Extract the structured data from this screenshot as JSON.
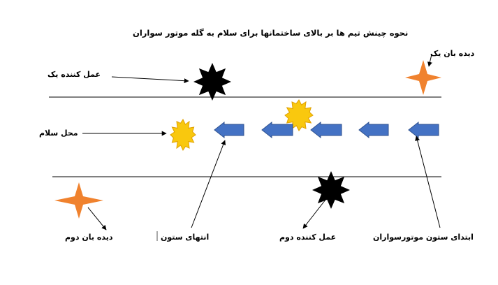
{
  "diagram": {
    "title": "نحوه چینش تیم ها بر بالای ساختمانها برای سلام به گله موتور سواران",
    "labels": {
      "observer_one": "دیده بان یک",
      "operative_one": "عمل کننده یک",
      "greeting_place": "محل سلام",
      "observer_two": "دیده بان دوم",
      "column_end": "انتهای ستون",
      "operative_two": "عمل کننده دوم",
      "column_start": "ابتدای ستون موتورسواران"
    },
    "colors": {
      "observer": "#f0822e",
      "operative": "#000000",
      "explosion": "#f9c80e",
      "explosion_stroke": "#e0a000",
      "arrow_fill": "#4472c4",
      "arrow_stroke": "#2f528f",
      "line": "#000000"
    }
  }
}
